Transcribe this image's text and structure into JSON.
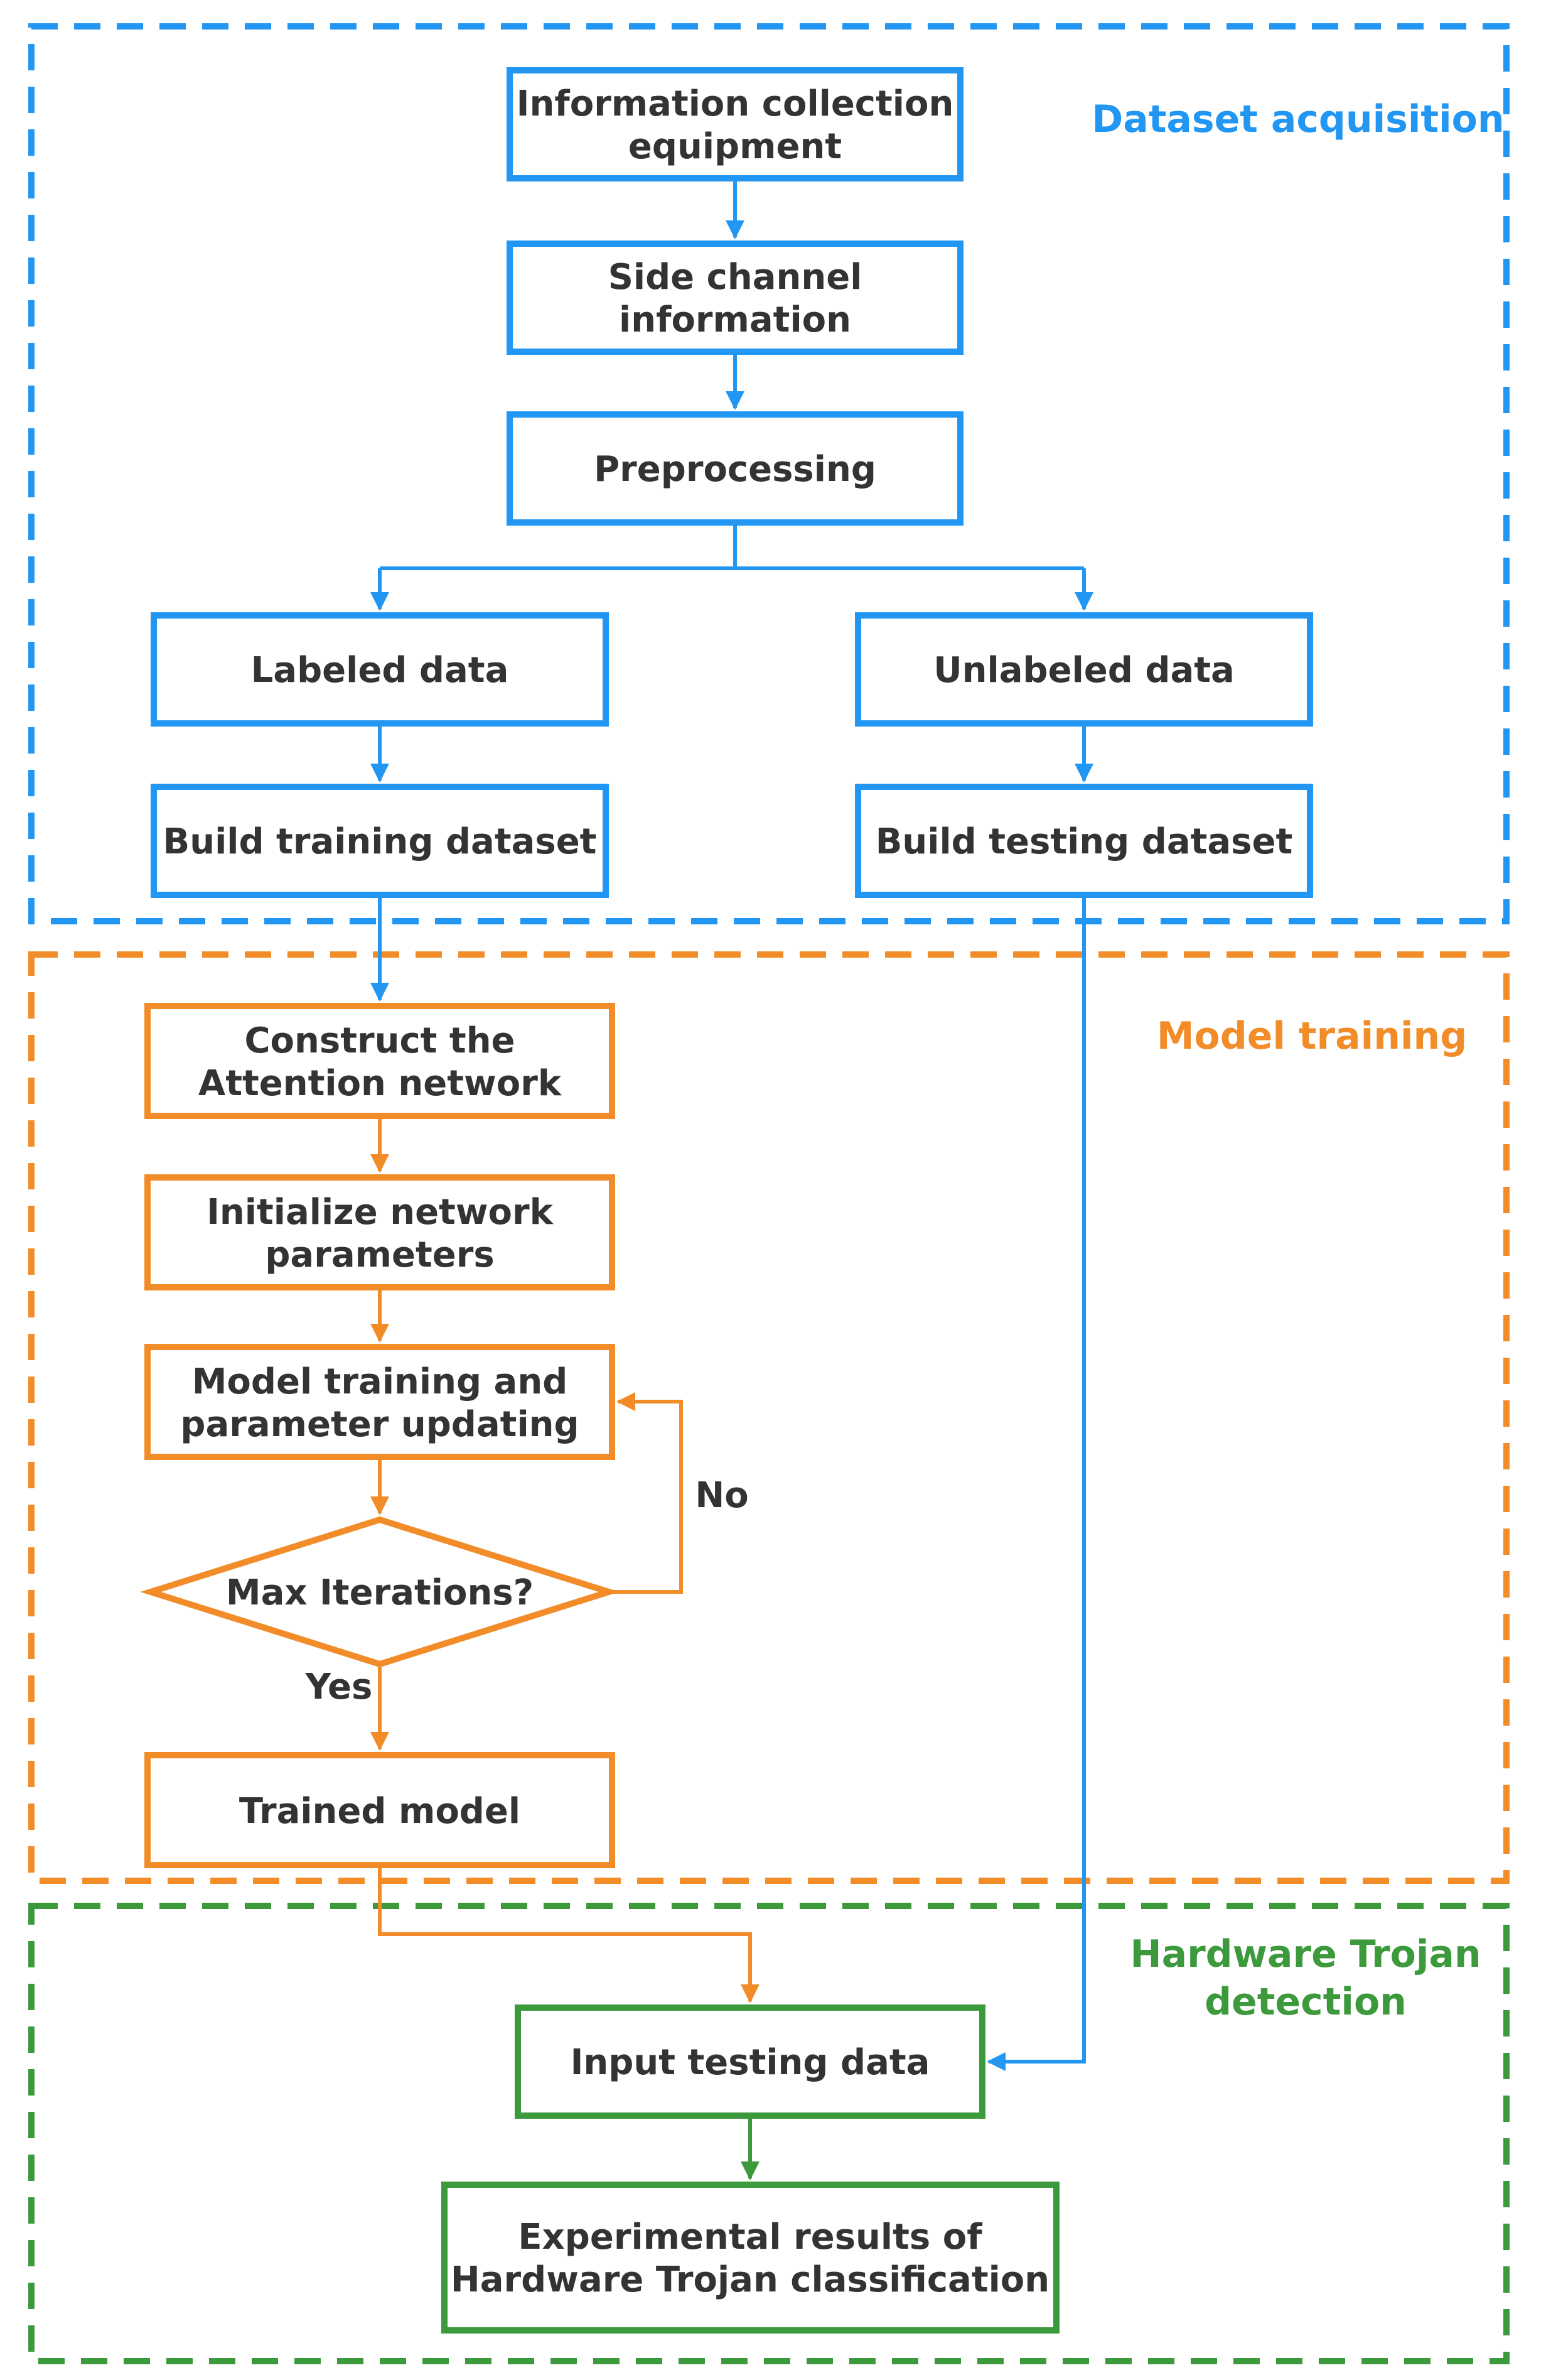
{
  "colors": {
    "blue": "#2196F3",
    "orange": "#F28C28",
    "green": "#3C9A3C",
    "text": "#333333"
  },
  "sections": {
    "dataset_acquisition": "Dataset acquisition",
    "model_training": "Model training",
    "hardware_trojan_detection": [
      "Hardware Trojan",
      "detection"
    ]
  },
  "nodes": {
    "info_collection": [
      "Information collection",
      "equipment"
    ],
    "side_channel": [
      "Side channel",
      "information"
    ],
    "preprocessing": [
      "Preprocessing"
    ],
    "labeled_data": [
      "Labeled data"
    ],
    "unlabeled_data": [
      "Unlabeled data"
    ],
    "build_training": [
      "Build training dataset"
    ],
    "build_testing": [
      "Build testing dataset"
    ],
    "construct_attention": [
      "Construct the",
      "Attention network"
    ],
    "initialize_params": [
      "Initialize network",
      "parameters"
    ],
    "model_training_update": [
      "Model training and",
      "parameter updating"
    ],
    "max_iterations": [
      "Max Iterations?"
    ],
    "trained_model": [
      "Trained model"
    ],
    "input_testing": [
      "Input testing data"
    ],
    "experimental_results": [
      "Experimental results of",
      "Hardware Trojan  classification"
    ]
  },
  "edge_labels": {
    "no": "No",
    "yes": "Yes"
  }
}
